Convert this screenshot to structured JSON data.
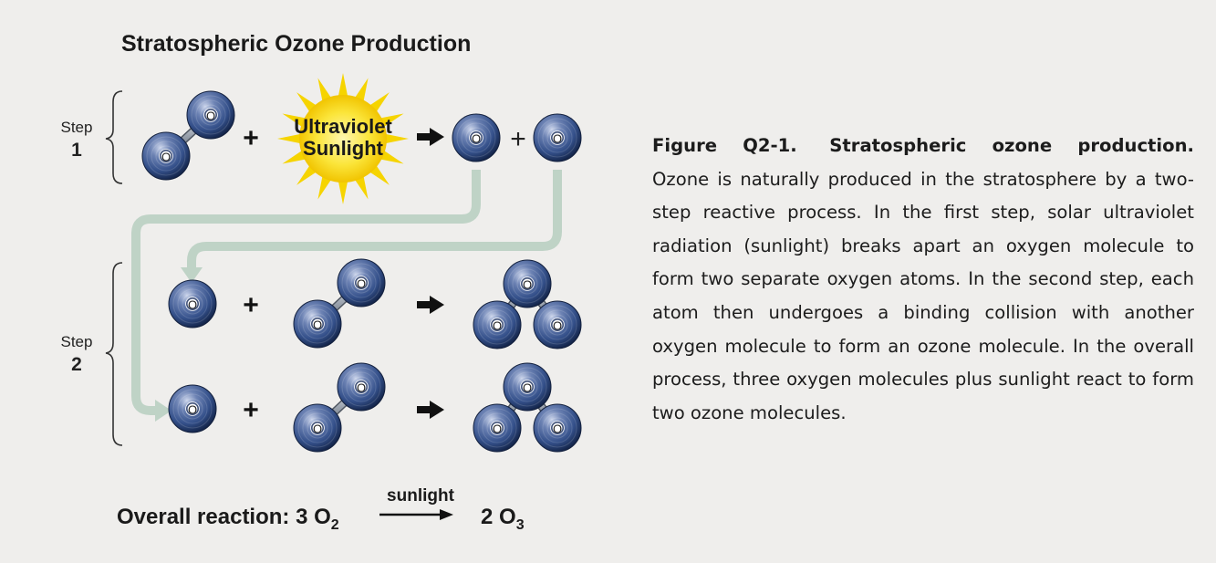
{
  "title": "Stratospheric Ozone Production",
  "step1": {
    "label": "Step",
    "number": "1"
  },
  "step2": {
    "label": "Step",
    "number": "2"
  },
  "atom_label": "O",
  "plus": "+",
  "plus_thin": "+",
  "sun": {
    "line1": "Ultraviolet",
    "line2": "Sunlight"
  },
  "overall": {
    "text": "Overall reaction: 3 O",
    "reactant_sub": "2",
    "product": "2 O",
    "product_sub": "3",
    "arrow_label": "sunlight"
  },
  "caption": {
    "figure_number": "Figure Q2-1.",
    "heading": "Stratospheric ozone production.",
    "body": "Ozone is naturally produced in the stratosphere by a two-step reactive process.  In the first step, solar ultraviolet radiation (sunlight) breaks apart an oxygen molecule to form two separate oxygen atoms. In the second step, each atom then undergoes a binding collision with another oxygen molecule to form an ozone molecule. In the overall process, three oxygen molecules plus sunlight react to form two ozone molecules."
  },
  "colors": {
    "background": "#efeeec",
    "atom": "#3e5a8e",
    "atom_dark": "#14254a",
    "sun": "#f6d400",
    "flow_arrow": "#bfd3c6"
  },
  "icons": [
    "oxygen-atom-icon",
    "sun-icon",
    "reaction-arrow-icon",
    "bracket-icon"
  ]
}
